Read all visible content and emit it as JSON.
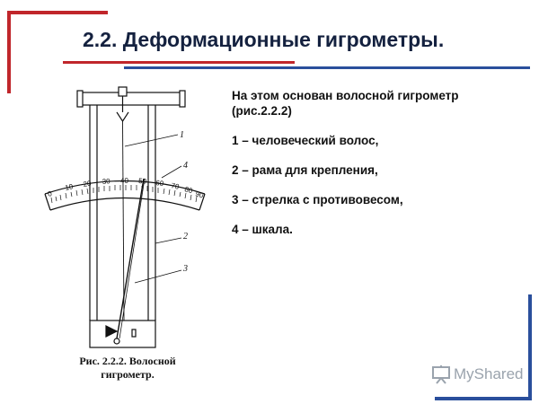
{
  "slide": {
    "title": "2.2. Деформационные гигрометры."
  },
  "figure": {
    "caption_line1": "Рис. 2.2.2. Волосной",
    "caption_line2": "гигрометр.",
    "labels": [
      "1",
      "2",
      "3",
      "4"
    ],
    "scale_ticks": [
      "0",
      "10",
      "20",
      "30",
      "40",
      "50",
      "60",
      "70",
      "80",
      "90"
    ]
  },
  "content": {
    "intro_line1": "На этом основан волосной гигрометр",
    "intro_line2": "(рис.2.2.2)",
    "items": [
      "1 – человеческий волос,",
      "2 – рама для крепления,",
      "3 – стрелка с противовесом,",
      "4 – шкала."
    ]
  },
  "branding": {
    "logo_my": "My",
    "logo_shared": "Shared",
    "logo_icon": "presentation-board-icon"
  },
  "colors": {
    "accent_red": "#c0262b",
    "accent_blue": "#2a4f9c",
    "title_color": "#14213f"
  }
}
